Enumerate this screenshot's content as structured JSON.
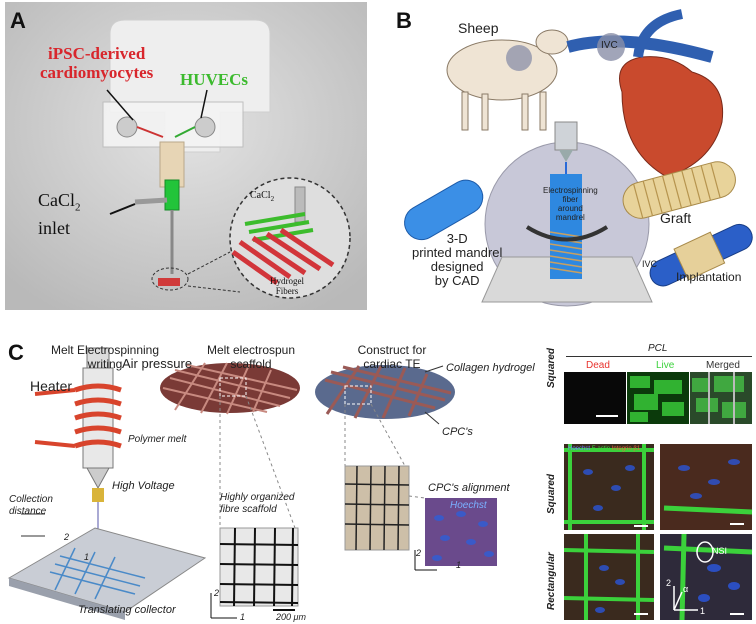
{
  "panel_a": {
    "letter": "A",
    "label_cardio_line1": "iPSC-derived",
    "label_cardio_line2": "cardiomyocytes",
    "label_huvec": "HUVECs",
    "label_cacl_main": "CaCl",
    "label_cacl_sub": "2",
    "label_inlet": "inlet",
    "inset_cacl_main": "CaCl",
    "inset_cacl_sub": "2",
    "inset_hydrogel_line1": "Hydrogel",
    "inset_hydrogel_line2": "Fibers",
    "colors": {
      "cardio": "#d8262c",
      "huvec": "#3cba2e"
    }
  },
  "panel_b": {
    "letter": "B",
    "sheep": "Sheep",
    "ivc_top": "IVC",
    "electro_line1": "Electrospinning",
    "electro_line2": "fiber",
    "electro_line3": "around",
    "electro_line4": "mandrel",
    "mandrel_line1": "3-D",
    "mandrel_line2": "printed mandrel",
    "mandrel_line3": "designed",
    "mandrel_line4": "by CAD",
    "graft": "Graft",
    "ivc_bottom": "IVC",
    "implantation": "Implantation"
  },
  "panel_c": {
    "letter": "C",
    "title_mew_line1": "Melt Electrospinning",
    "title_mew_line2": "writing",
    "title_scaffold_line1": "Melt electrospun",
    "title_scaffold_line2": "scaffold",
    "title_construct_line1": "Construct for",
    "title_construct_line2": "cardiac TE",
    "air_pressure": "Air pressure",
    "heater": "Heater",
    "polymer_melt": "Polymer melt",
    "high_voltage": "High Voltage",
    "collection_line1": "Collection",
    "collection_line2": "distance",
    "translating_collector": "Translating collector",
    "axis2_a": "2",
    "axis1_a": "1",
    "highly_line1": "Highly organized",
    "highly_line2": "fibre scaffold",
    "axis2_b": "2",
    "axis1_b": "1",
    "scale_200": "200 μm",
    "collagen": "Collagen hydrogel",
    "cpcs": "CPC's",
    "alignment": "CPC's alignment",
    "hoechst": "Hoechst",
    "axis2_c": "2",
    "axis1_c": "1"
  },
  "micrographs": {
    "pcl": "PCL",
    "dead": "Dead",
    "live": "Live",
    "merged": "Merged",
    "squared_top": "Squared",
    "squared_mid": "Squared",
    "rectangular": "Rectangular",
    "channels_hoechst": "Hoechst",
    "channels_factin": "F-actin",
    "channels_third": "Integrin β1",
    "nsi": "NSI",
    "alpha": "α",
    "axis2": "2",
    "axis1": "1",
    "colors": {
      "dead": "#e8322c",
      "live": "#3bd13b"
    }
  }
}
